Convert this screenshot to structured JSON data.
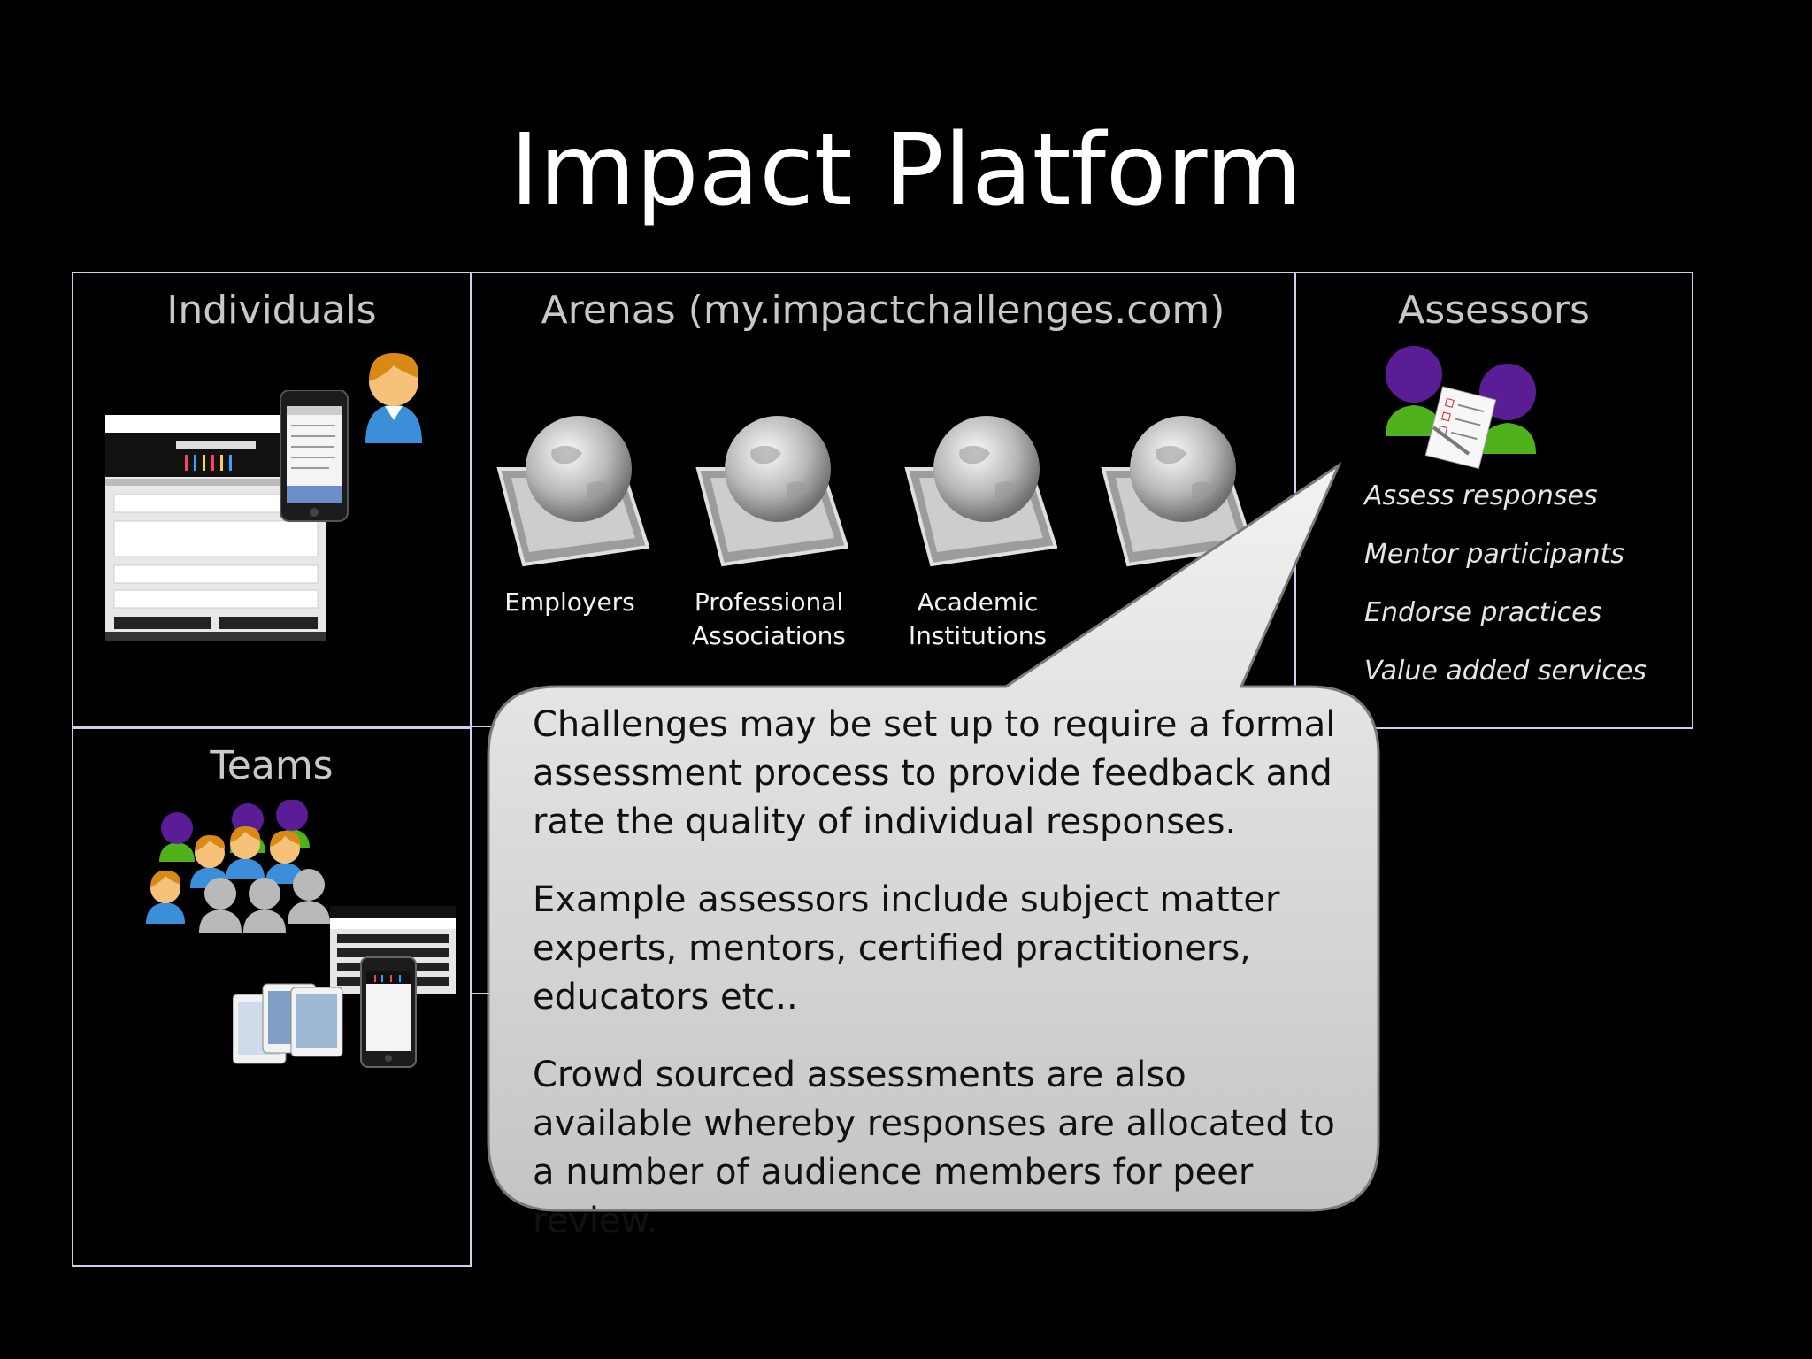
{
  "title": "Impact Platform",
  "panels": {
    "individuals": {
      "heading": "Individuals"
    },
    "arenas": {
      "heading": "Arenas (my.impactchallenges.com)",
      "items": [
        {
          "line1": "Employers",
          "line2": ""
        },
        {
          "line1": "Professional",
          "line2": "Associations"
        },
        {
          "line1": "Academic",
          "line2": "Institutions"
        },
        {
          "line1": "",
          "line2": ""
        }
      ]
    },
    "assessors": {
      "heading": "Assessors",
      "roles": [
        "Assess responses",
        "Mentor participants",
        "Endorse practices",
        "Value added services"
      ]
    },
    "teams": {
      "heading": "Teams"
    }
  },
  "callout": {
    "paragraphs": [
      "Challenges may be set up to require a formal assessment process to provide feedback and rate the quality of individual responses.",
      "Example assessors include subject matter experts, mentors, certified practitioners, educators etc..",
      "Crowd sourced assessments are also available whereby responses are allocated to a number of audience members for peer review."
    ]
  },
  "colors": {
    "panel_border": "#c9d3ee",
    "callout_fill_top": "#f2f2f2",
    "callout_fill_bottom": "#c4c4c4",
    "assessor_head": "#5a1d96",
    "assessor_body": "#4fb21d"
  }
}
